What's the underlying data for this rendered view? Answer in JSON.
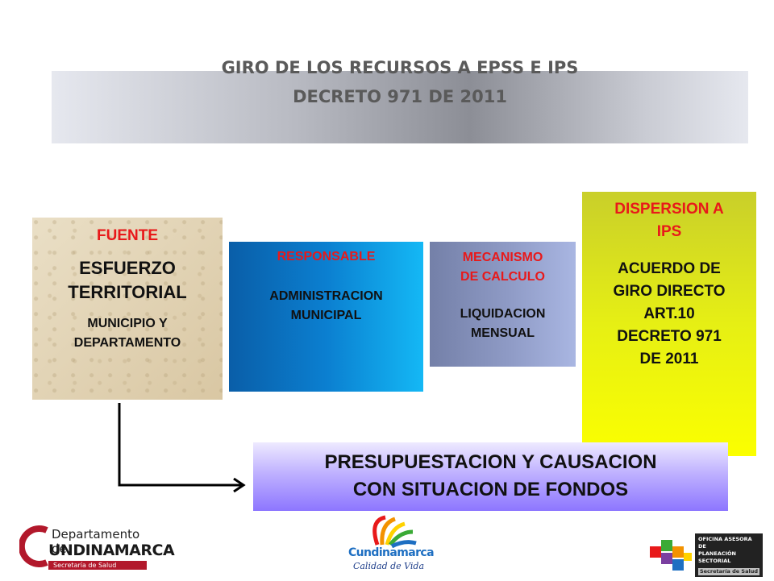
{
  "title": {
    "line1": "GIRO DE LOS RECURSOS A EPSS E IPS",
    "line2": "DECRETO 971 DE 2011"
  },
  "boxes": {
    "fuente": {
      "header": "FUENTE",
      "main_line1": "ESFUERZO",
      "main_line2": "TERRITORIAL",
      "sub_line1": "MUNICIPIO Y",
      "sub_line2": "DEPARTAMENTO"
    },
    "responsable": {
      "header": "RESPONSABLE",
      "main_line1": "ADMINISTRACION",
      "main_line2": "MUNICIPAL"
    },
    "mecanismo": {
      "header_line1": "MECANISMO",
      "header_line2": "DE CALCULO",
      "main_line1": "LIQUIDACION",
      "main_line2": "MENSUAL"
    },
    "dispersion": {
      "header_line1": "DISPERSION A",
      "header_line2": "IPS",
      "main_line1": "ACUERDO DE",
      "main_line2": "GIRO DIRECTO",
      "main_line3": "ART.10",
      "main_line4": "DECRETO 971",
      "main_line5": "DE 2011"
    }
  },
  "result": {
    "line1": "PRESUPUESTACION Y CAUSACION",
    "line2": "CON SITUACION DE FONDOS"
  },
  "logos": {
    "left": {
      "line1": "Departamento de",
      "line2": "UNDINAMARCA",
      "initial": "C",
      "tagline": "Secretaría de Salud"
    },
    "center": {
      "brand": "Cundinamarca",
      "tagline": "Calidad de Vida"
    },
    "right": {
      "line1": "OFICINA ASESORA DE",
      "line2": "PLANEACIÓN SECTORIAL",
      "line3": "Secretaría de Salud"
    }
  },
  "colors": {
    "header_red": "#e8191a",
    "dispersion_yellow": "#fbff00",
    "responsable_blue": "#0b7fd0"
  }
}
